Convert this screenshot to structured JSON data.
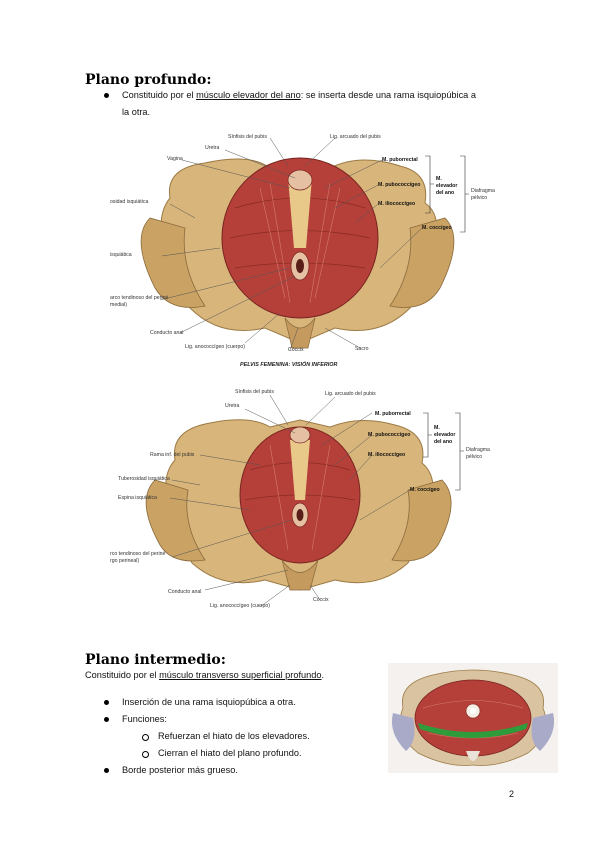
{
  "section1": {
    "title": "Plano profundo:",
    "bullet_pre": "Constituido por el ",
    "bullet_link": "músculo elevador del ano",
    "bullet_post1": ": se inserta desde una rama isquiopúbica a",
    "bullet_post2": "la otra."
  },
  "figure1": {
    "caption": "PELVIS FEMENINA: VISIÓN INFERIOR",
    "labels": {
      "sinfisis": "Sínfisis del pubis",
      "lig_arcuado": "Lig. arcuado del pubis",
      "uretra": "Uretra",
      "vagina": "Vagina",
      "tuberosidad": "osidad isquiática",
      "espina": "isquiática",
      "arco": "arco tendinoso del periné",
      "arco2": "medial)",
      "conducto": "Conducto anal",
      "lig_anococ": "Lig. anococcígeo (cuerpo)",
      "coccix": "Cóccix",
      "sacro": "Sacro",
      "puborrectal": "M. puborrectal",
      "pubococcigeo": "M. pubococcígeo",
      "iliococcigeo": "M. iliococcígeo",
      "coccigeo": "M. coccígeo",
      "elevador1": "M.",
      "elevador2": "elevador",
      "elevador3": "del ano",
      "diafragma1": "Diafragma",
      "diafragma2": "pélvico"
    }
  },
  "figure2": {
    "labels": {
      "sinfisis": "Sínfisis del pubis",
      "lig_arcuado": "Lig. arcuado del pubis",
      "uretra": "Uretra",
      "rama": "Rama inf. del pubis",
      "tuberosidad": "Tuberosidad isquiática",
      "espina": "Espina isquiática",
      "arco": "rco tendinoso del periné",
      "arco2": "rgo perineal)",
      "conducto": "Conducto anal",
      "lig_anococ": "Lig. anococcígeo (cuerpo)",
      "coccix": "Cóccix",
      "puborrectal": "M. puborrectal",
      "pubococcigeo": "M. pubococcígeo",
      "iliococcigeo": "M. iliococcígeo",
      "coccigeo": "M. coccígeo",
      "elevador1": "M.",
      "elevador2": "elevador",
      "elevador3": "del ano",
      "diafragma1": "Diafragma",
      "diafragma2": "pélvico"
    }
  },
  "section2": {
    "title": "Plano intermedio:",
    "intro_pre": "Constituido por el ",
    "intro_link": "músculo transverso superficial profundo",
    "intro_post": ".",
    "b1": "Inserción de una rama isquiopúbica a otra.",
    "b2": "Funciones:",
    "s1": "Refuerzan el hiato de los elevadores.",
    "s2": "Cierran el hiato del plano profundo.",
    "b3": "Borde posterior más grueso."
  },
  "page_number": "2",
  "colors": {
    "muscle": "#b5403a",
    "bone": "#d8b57a",
    "green_band": "#2e9c3a"
  }
}
